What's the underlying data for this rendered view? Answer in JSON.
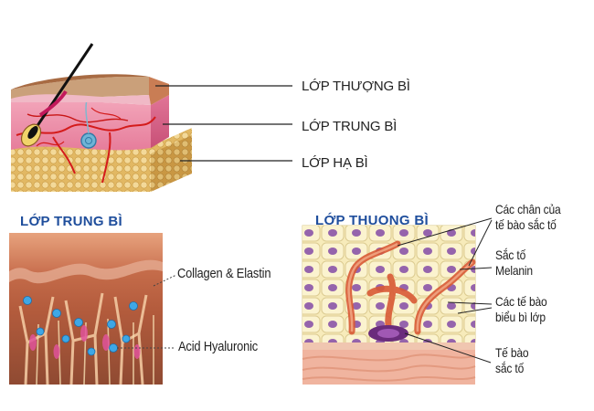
{
  "top_diagram": {
    "labels": {
      "epidermis": "LỚP THƯỢNG BÌ",
      "dermis": "LỚP TRUNG BÌ",
      "hypodermis": "LỚP HẠ BÌ"
    }
  },
  "dermis_panel": {
    "title": "LỚP TRUNG BÌ",
    "labels": {
      "collagen": "Collagen & Elastin",
      "hyaluronic": "Acid Hyaluronic"
    }
  },
  "epidermis_panel": {
    "title": "LỚP THUONG BÌ",
    "labels": {
      "feet_line1": "Các chân của",
      "feet_line2": "tế bào sắc tố",
      "pigment_line1": "Sắc tố",
      "pigment_line2": "Melanin",
      "cells_line1": "Các tế bào",
      "cells_line2": "biểu bì lớp",
      "melanocyte_line1": "Tế bào",
      "melanocyte_line2": "sắc tố"
    }
  },
  "colors": {
    "title_blue": "#1f4e9c",
    "dermis_pink": "#e87a9a",
    "epidermis_brown": "#b5744a",
    "fat_yellow": "#e9c47a",
    "label_text": "#222222"
  }
}
